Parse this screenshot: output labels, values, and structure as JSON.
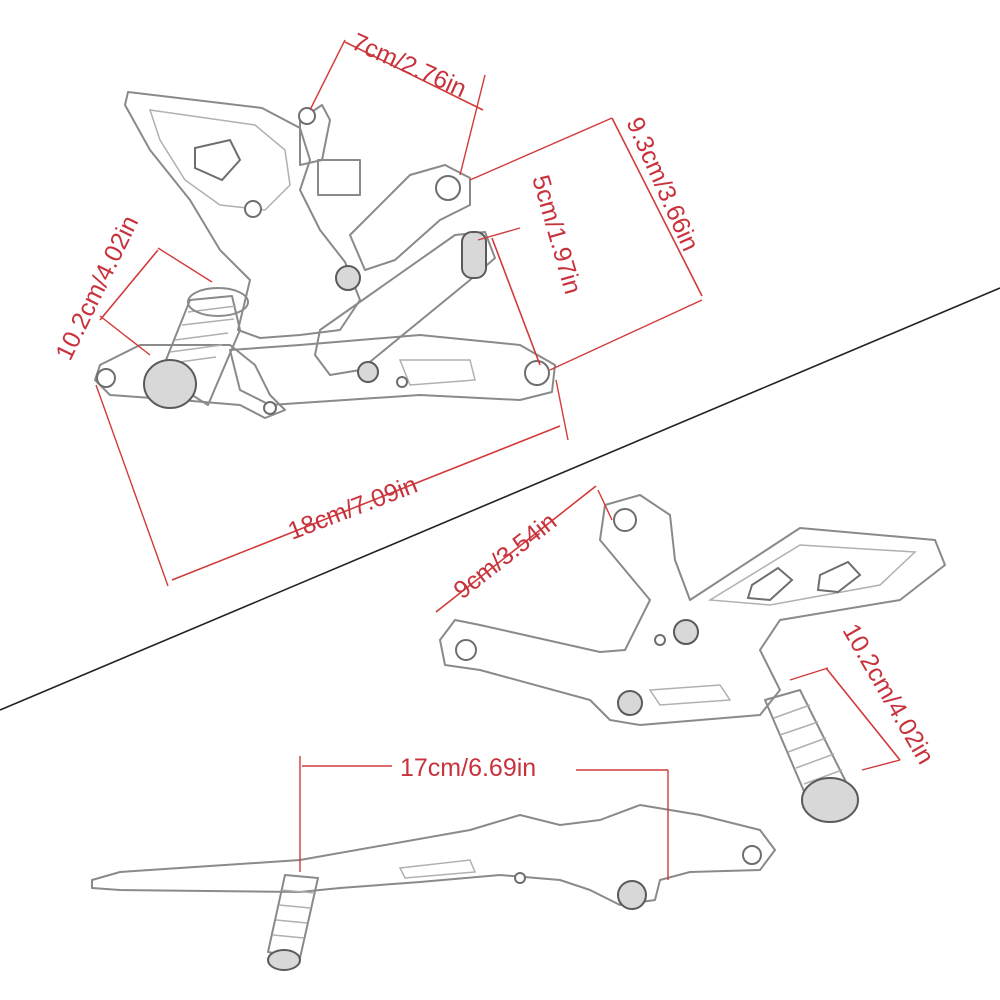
{
  "colors": {
    "dimension": "#c8323c",
    "outline": "#8a8a8a",
    "divider": "#222222",
    "background": "#ffffff"
  },
  "dimensions": {
    "top_width": "7cm/2.76in",
    "right_height": "9.3cm/3.66in",
    "pivot_offset": "5cm/1.97in",
    "peg_height_left": "10.2cm/4.02in",
    "overall_length": "18cm/7.09in",
    "mount_spacing": "9cm/3.54in",
    "peg_height_right": "10.2cm/4.02in",
    "lever_length": "17cm/6.69in"
  }
}
